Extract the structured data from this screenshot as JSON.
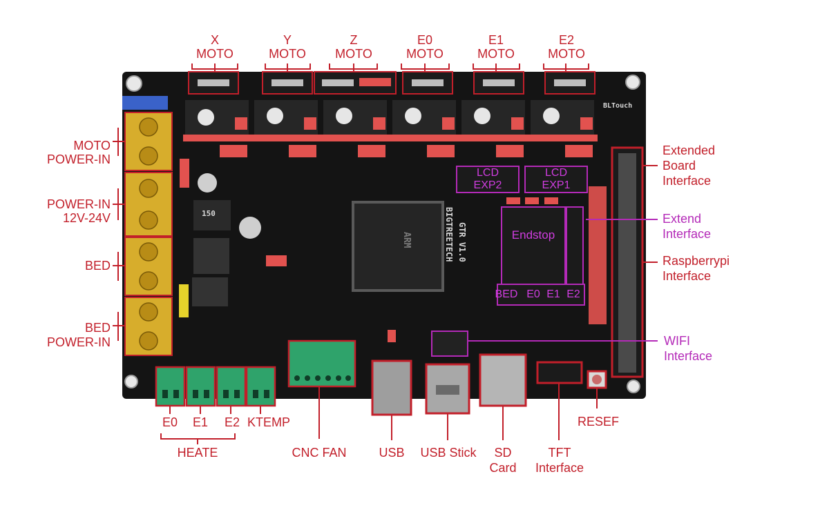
{
  "colors": {
    "label_red": "#c21f2a",
    "label_magenta": "#b42ab8",
    "pcb_black": "#141414",
    "terminal_gold": "#d7ad2c",
    "connector_green": "#2fa36b",
    "header_red": "#e2524f"
  },
  "motors": [
    {
      "axis": "X",
      "text": "MOTO"
    },
    {
      "axis": "Y",
      "text": "MOTO"
    },
    {
      "axis": "Z",
      "text": "MOTO"
    },
    {
      "axis": "E0",
      "text": "MOTO"
    },
    {
      "axis": "E1",
      "text": "MOTO"
    },
    {
      "axis": "E2",
      "text": "MOTO"
    }
  ],
  "left_labels": {
    "moto_power_1": "MOTO",
    "moto_power_2": "POWER-IN",
    "power_in_1": "POWER-IN",
    "power_in_2": "12V-24V",
    "bed": "BED",
    "bed_power_1": "BED",
    "bed_power_2": "POWER-IN"
  },
  "right_labels": {
    "extended_board_1": "Extended",
    "extended_board_2": "Board",
    "extended_board_3": "Interface",
    "extend_1": "Extend",
    "extend_2": "Interface",
    "raspberry_1": "Raspberrypi",
    "raspberry_2": "Interface",
    "wifi_1": "WIFI",
    "wifi_2": "Interface"
  },
  "bottom_labels": {
    "e0": "E0",
    "e1": "E1",
    "e2": "E2",
    "ktemp": "KTEMP",
    "heate": "HEATE",
    "cnc_fan": "CNC FAN",
    "usb": "USB",
    "usb_stick": "USB Stick",
    "sd_1": "SD",
    "sd_2": "Card",
    "tft_1": "TFT",
    "tft_2": "Interface",
    "reset": "RESEF"
  },
  "board_overlays": {
    "lcd_exp2_1": "LCD",
    "lcd_exp2_2": "EXP2",
    "lcd_exp1_1": "LCD",
    "lcd_exp1_2": "EXP1",
    "endstop": "Endstop",
    "bed": "BED",
    "e0": "E0",
    "e1": "E1",
    "e2": "E2"
  },
  "chip": {
    "brand": "ARM",
    "board_name": "BIGTREETECH",
    "board_model": "GTR V1.0",
    "bltouch": "BLTouch",
    "inductor": "150"
  }
}
